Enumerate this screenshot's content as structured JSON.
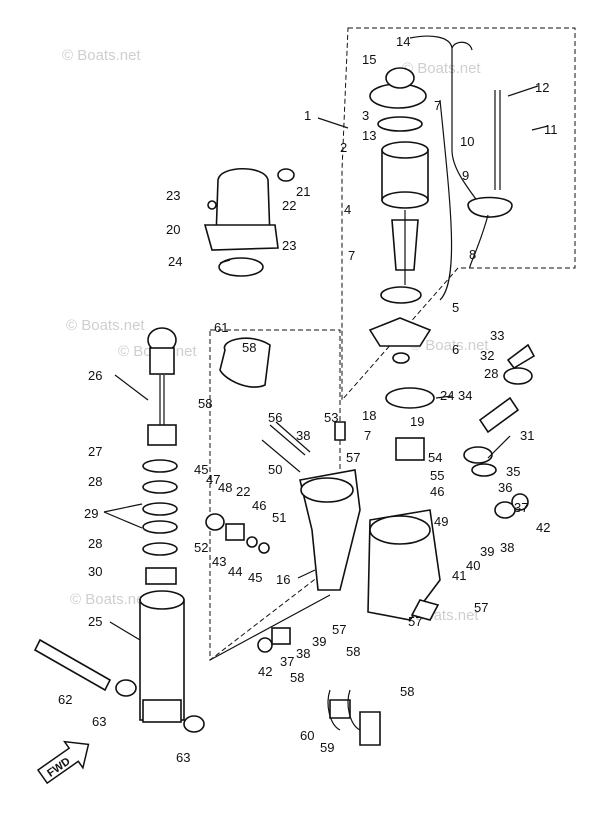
{
  "watermarks": [
    "© Boats.net",
    "© Boats.net",
    "© Boats.net",
    "© Boats.net",
    "© Boats.net",
    "© Boats.net",
    "© Boats.net"
  ],
  "labels": [
    "14",
    "15",
    "12",
    "1",
    "11",
    "3",
    "7",
    "13",
    "2",
    "10",
    "9",
    "23",
    "21",
    "22",
    "4",
    "20",
    "8",
    "24",
    "23",
    "7",
    "5",
    "6",
    "61",
    "58",
    "33",
    "32",
    "26",
    "28",
    "34",
    "24",
    "58",
    "56",
    "53",
    "18",
    "19",
    "38",
    "7",
    "31",
    "27",
    "57",
    "54",
    "45",
    "47",
    "48",
    "22",
    "50",
    "35",
    "55",
    "36",
    "28",
    "46",
    "46",
    "51",
    "49",
    "37",
    "42",
    "29",
    "52",
    "43",
    "44",
    "45",
    "16",
    "39",
    "38",
    "28",
    "41",
    "40",
    "30",
    "57",
    "25",
    "57",
    "39",
    "57",
    "38",
    "37",
    "58",
    "42",
    "58",
    "58",
    "62",
    "63",
    "60",
    "59",
    "63"
  ],
  "fwd_label": "FWD"
}
